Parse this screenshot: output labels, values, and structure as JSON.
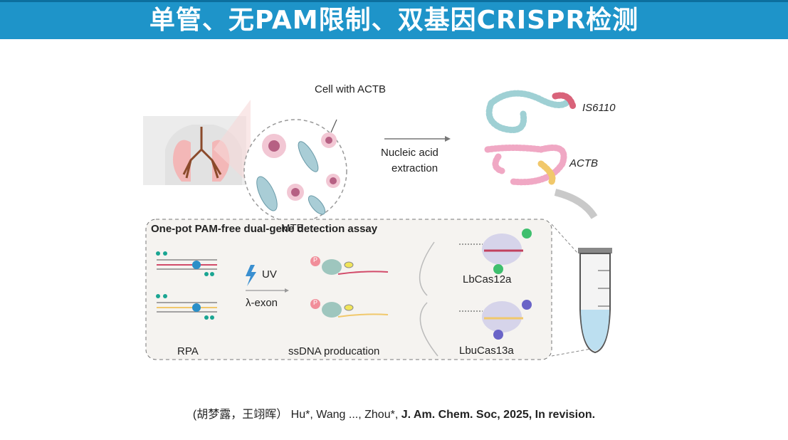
{
  "title": "单管、无PAM限制、双基因CRISPR检测",
  "diagram": {
    "cell_label": "Cell with ACTB",
    "mtb_label": "MTB",
    "arrow_label_line1": "Nucleic acid",
    "arrow_label_line2": "extraction",
    "gene1": "IS6110",
    "gene2": "ACTB",
    "assay_title": "One-pot PAM-free dual-gene detection assay",
    "uv_label": "UV",
    "exon_label": "λ-exon",
    "rpa_label": "RPA",
    "ssdna_label": "ssDNA producation",
    "enzyme1": "LbCas12a",
    "enzyme2": "LbuCas13a",
    "p_mark": "P",
    "colors": {
      "title_bar": "#1e94c9",
      "teal_gene": "#9fd0d4",
      "pink_gene": "#f0a8c4"
    }
  },
  "citation": {
    "authors_cn": "(胡梦露，王翊晖）",
    "authors": "Hu*, Wang ..., Zhou*,",
    "journal": "J. Am. Chem. Soc, 2025, In revision."
  }
}
